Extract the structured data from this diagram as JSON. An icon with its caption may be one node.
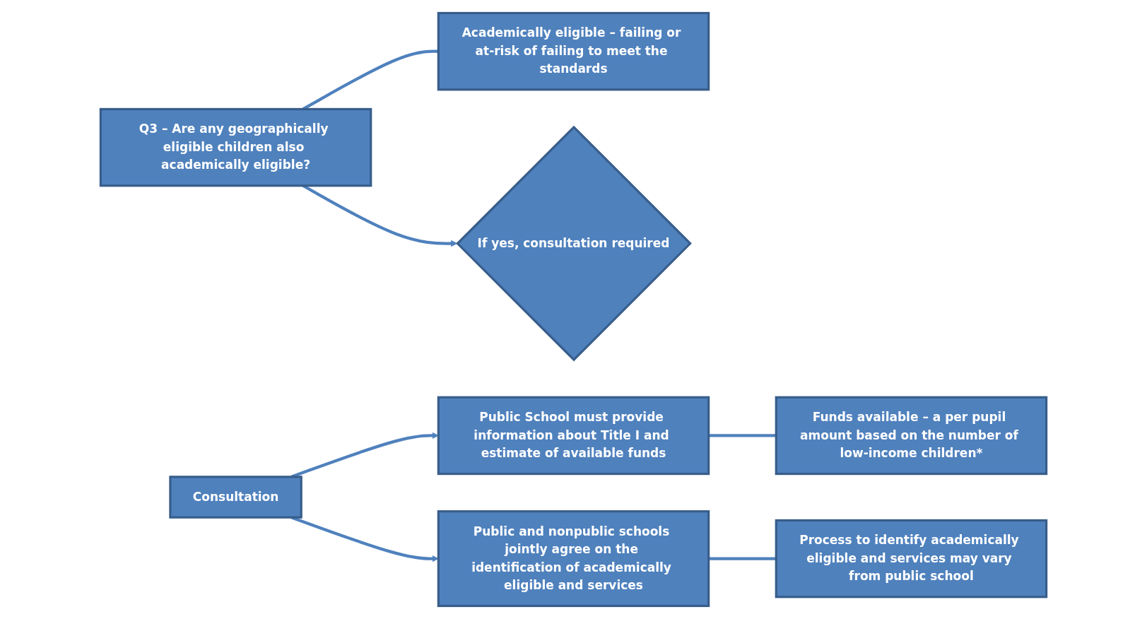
{
  "diagram": {
    "nodes": [
      {
        "text": [
          "Q3 – Are any geographically eligible children also academically eligible?"
        ]
      },
      {
        "text": [
          "Academically eligible – failing or at-risk of failing to meet the standards"
        ]
      },
      {
        "text": [
          "If yes, consultation required"
        ]
      },
      {
        "text": [
          "Public School must provide information about Title I and estimate of available funds"
        ]
      },
      {
        "text": [
          "Funds available – a per pupil amount based on the number of low-income children*"
        ]
      },
      {
        "text": [
          "Consultation"
        ]
      },
      {
        "text": [
          "Public and nonpublic schools jointly agree on the identification of academically eligible and services"
        ]
      },
      {
        "text": [
          "Process to identify academically eligible and services may vary from public school"
        ]
      }
    ],
    "edges": [
      {
        "from": 0,
        "to": 1,
        "arrow": "none"
      },
      {
        "from": 0,
        "to": 2,
        "arrow": "to"
      },
      {
        "from": 5,
        "to": 3,
        "arrow": "to"
      },
      {
        "from": 3,
        "to": 4,
        "arrow": "none"
      },
      {
        "from": 5,
        "to": 6,
        "arrow": "to"
      },
      {
        "from": 6,
        "to": 7,
        "arrow": "none"
      }
    ]
  }
}
